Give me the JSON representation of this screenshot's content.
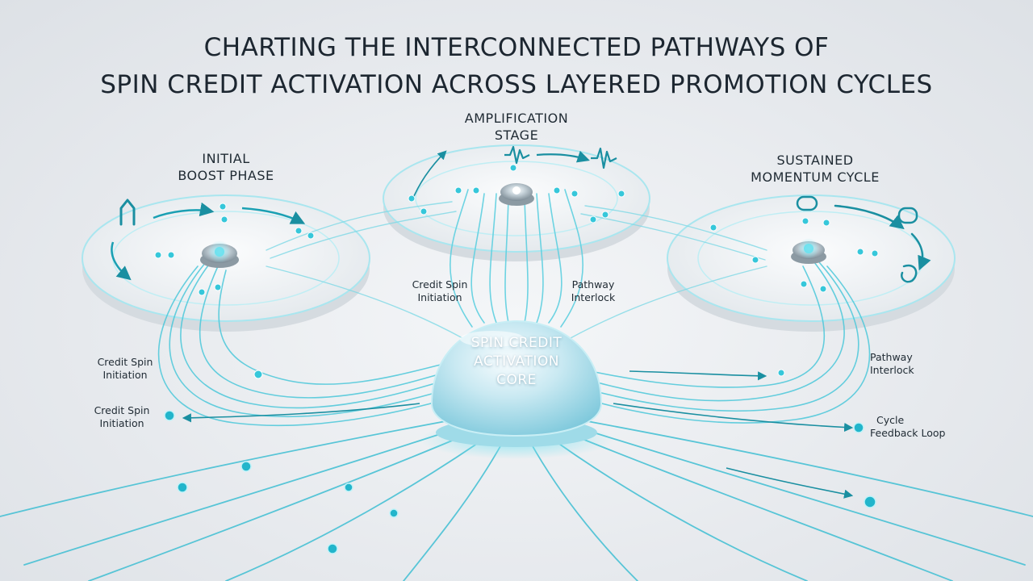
{
  "title": {
    "line1": "CHARTING THE INTERCONNECTED PATHWAYS OF",
    "line2": "SPIN CREDIT ACTIVATION ACROSS LAYERED PROMOTION CYCLES"
  },
  "stages": {
    "initial": {
      "line1": "INITIAL",
      "line2": "BOOST PHASE"
    },
    "amplification": {
      "line1": "AMPLIFICATION",
      "line2": "STAGE"
    },
    "sustained": {
      "line1": "SUSTAINED",
      "line2": "MOMENTUM CYCLE"
    }
  },
  "core": {
    "line1": "SPIN CREDIT",
    "line2": "ACTIVATION",
    "line3": "CORE"
  },
  "annotations": {
    "credit_spin_center": {
      "line1": "Credit Spin",
      "line2": "Initiation"
    },
    "pathway_interlock_center": {
      "line1": "Pathway",
      "line2": "Interlock"
    },
    "credit_spin_left_upper": {
      "line1": "Credit Spin",
      "line2": "Initiation"
    },
    "credit_spin_left_lower": {
      "line1": "Credit Spin",
      "line2": "Initiation"
    },
    "pathway_interlock_right": {
      "line1": "Pathway",
      "line2": "Interlock"
    },
    "cycle_feedback_loop": {
      "line1": "Cycle",
      "line2": "Feedback Loop"
    }
  },
  "colors": {
    "accent": "#2fc4d6",
    "accent_dark": "#148a9c",
    "line_light": "#8fdbe8",
    "platform": "#eef1f4",
    "text": "#1f2a33"
  }
}
